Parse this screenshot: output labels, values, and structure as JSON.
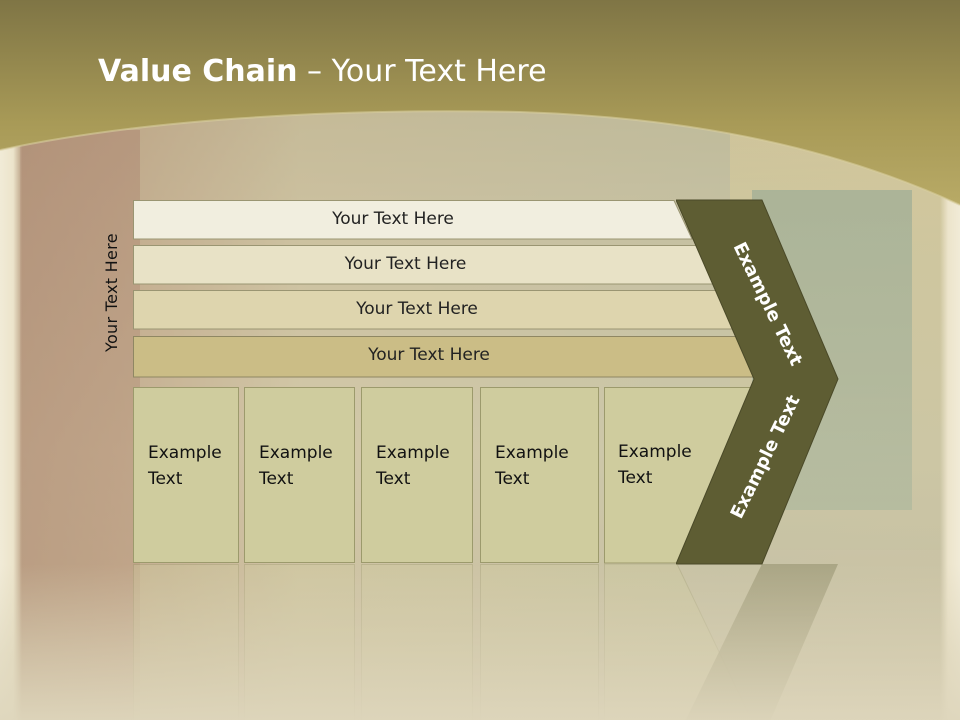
{
  "title": {
    "bold": "Value Chain",
    "rest": " – Your Text Here"
  },
  "side_label": "Your Text Here",
  "bars": [
    {
      "label": "Your Text Here"
    },
    {
      "label": "Your Text Here"
    },
    {
      "label": "Your Text Here"
    },
    {
      "label": "Your Text Here"
    }
  ],
  "boxes": [
    {
      "line1": "Example",
      "line2": "Text"
    },
    {
      "line1": "Example",
      "line2": "Text"
    },
    {
      "line1": "Example",
      "line2": "Text"
    },
    {
      "line1": "Example",
      "line2": "Text"
    },
    {
      "line1": "Example",
      "line2": "Text"
    }
  ],
  "chevron": {
    "top": "Example Text",
    "bottom": "Example Text"
  },
  "colors": {
    "header": "#a0924f",
    "chevron": "#5e5d33",
    "bar1": "#f1eedf",
    "bar2": "#e8e2c6",
    "bar3": "#ded5ae",
    "bar4": "#cbbd86",
    "box": "#cfcc9e"
  }
}
